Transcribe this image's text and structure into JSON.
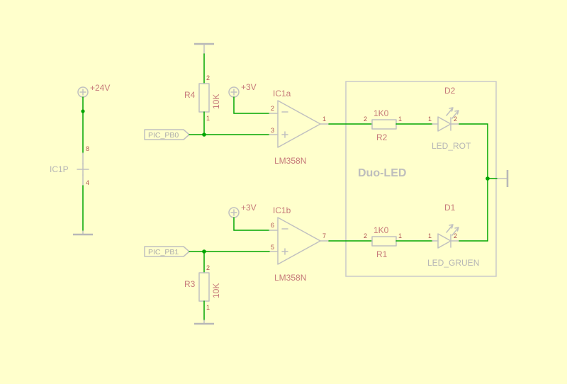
{
  "colors": {
    "background": "#FFFFCC",
    "wire_green": "#00A500",
    "symbol_gray": "#C0C0C0",
    "label_red": "#C67A7A",
    "pin_red": "#AF5252",
    "gray_text": "#B6B6B6"
  },
  "supplies": {
    "v24": "+24V",
    "v3_top": "+3V",
    "v3_bottom": "+3V"
  },
  "power_gate": {
    "name": "IC1P",
    "pin_top": "8",
    "pin_bottom": "4"
  },
  "net_labels": {
    "pb0": "PIC_PB0",
    "pb1": "PIC_PB1"
  },
  "opamp_top": {
    "name": "IC1a",
    "part": "LM358N",
    "pin_in_top": "2",
    "pin_in_bottom": "3",
    "pin_out": "1"
  },
  "opamp_bottom": {
    "name": "IC1b",
    "part": "LM358N",
    "pin_in_top": "6",
    "pin_in_bottom": "5",
    "pin_out": "7"
  },
  "r4": {
    "name": "R4",
    "value": "10K",
    "pin_top": "2",
    "pin_bottom": "1"
  },
  "r3": {
    "name": "R3",
    "value": "10K",
    "pin_top": "2",
    "pin_bottom": "1"
  },
  "r2": {
    "name": "R2",
    "value": "1K0",
    "pin_left": "2",
    "pin_right": "1"
  },
  "r1": {
    "name": "R1",
    "value": "1K0",
    "pin_left": "2",
    "pin_right": "1"
  },
  "led_top": {
    "name": "D2",
    "value": "LED_ROT",
    "pin_left": "1",
    "pin_right": "2"
  },
  "led_bottom": {
    "name": "D1",
    "value": "LED_GRUEN",
    "pin_left": "1",
    "pin_right": "2"
  },
  "frame": {
    "title": "Duo-LED"
  }
}
